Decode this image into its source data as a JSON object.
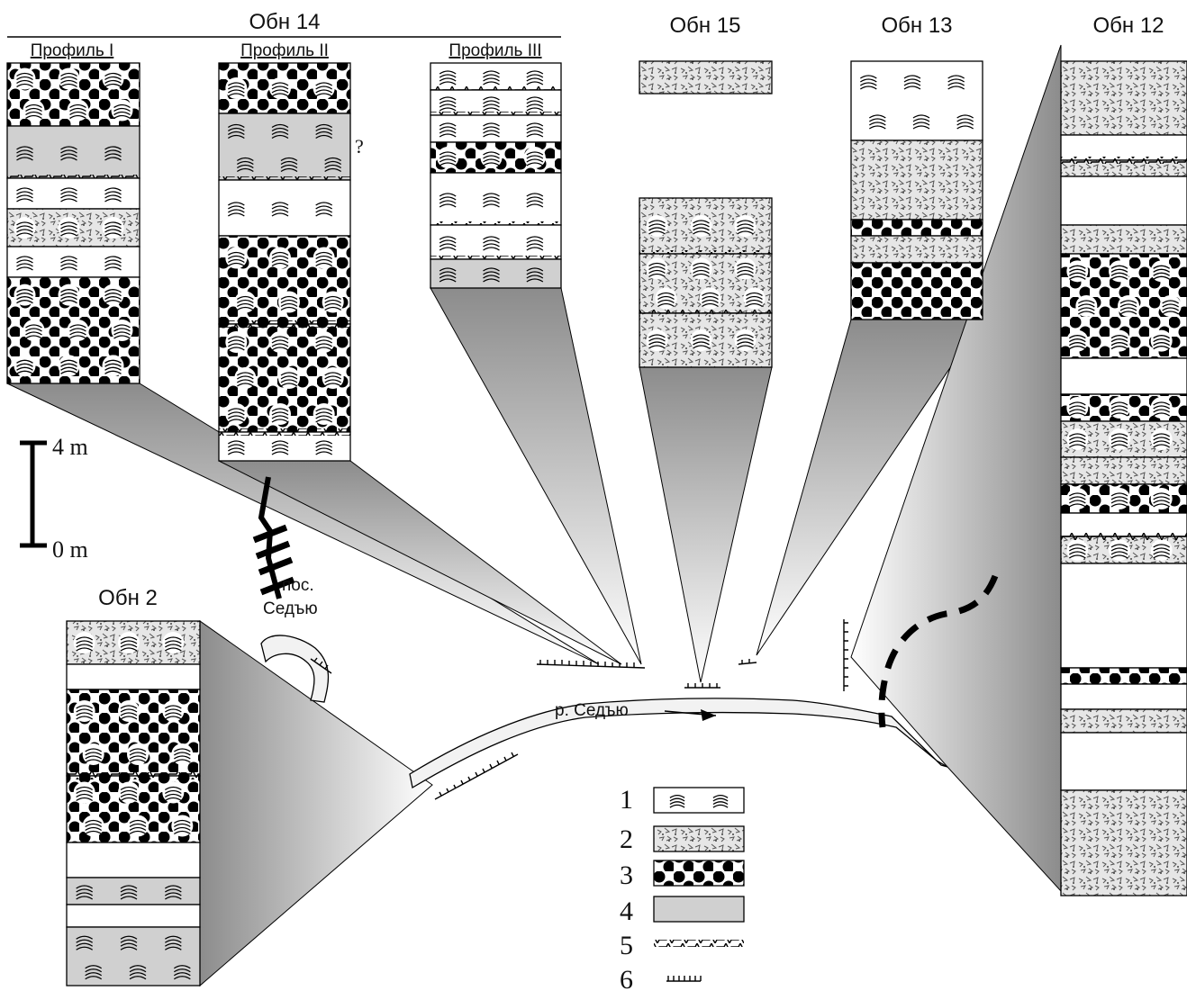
{
  "outcrops": {
    "obn14": "Обн 14",
    "obn15": "Обн 15",
    "obn13": "Обн 13",
    "obn12": "Обн 12",
    "obn2": "Обн 2"
  },
  "profiles": {
    "p1": "Профиль I",
    "p2": "Профиль II",
    "p3": "Профиль III"
  },
  "question_mark": "?",
  "scale": {
    "top": "4 m",
    "bottom": "0 m"
  },
  "village": {
    "line1": "пос.",
    "line2": "Седъю"
  },
  "river": "р. Седъю",
  "legend": {
    "items": [
      {
        "num": "1",
        "pattern": "fossils"
      },
      {
        "num": "2",
        "pattern": "breccia"
      },
      {
        "num": "3",
        "pattern": "dots"
      },
      {
        "num": "4",
        "pattern": "gray"
      },
      {
        "num": "5",
        "pattern": "jagged-line"
      },
      {
        "num": "6",
        "pattern": "hatched-line"
      }
    ]
  },
  "colors": {
    "gray_fill": "#d0d0d0",
    "ink": "#111111"
  }
}
